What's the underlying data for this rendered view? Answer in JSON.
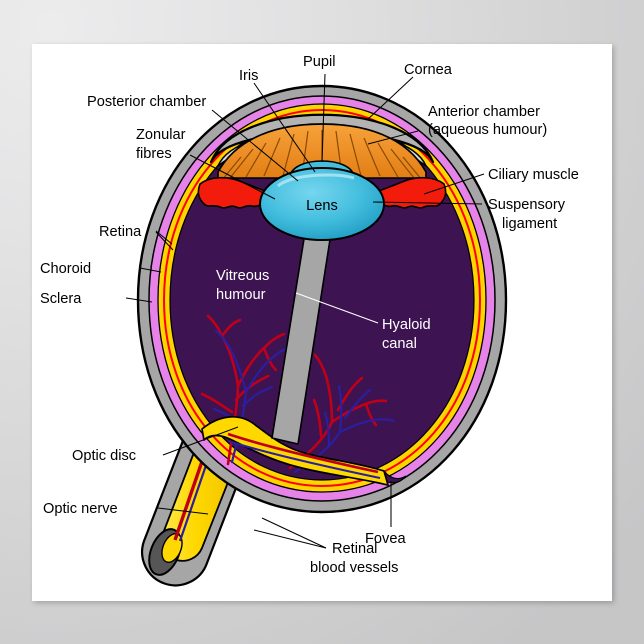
{
  "poster": {
    "title": "Anatomy of the Human Eye (cross-section diagram)",
    "background_color": "#d9d9da",
    "panel_color": "#ffffff"
  },
  "diagram": {
    "type": "anatomical-cross-section",
    "subject": "human eye",
    "colors": {
      "sclera": "#a6a6a6",
      "choroid": "#e583e8",
      "retina": "#ffd400",
      "retina_inner_line": "#ff0000",
      "vitreous_humour": "#3d1352",
      "lens": "#3fb9dc",
      "iris": "#f08b1e",
      "ciliary_muscle": "#f21b0c",
      "anterior_chamber": "#d9d9d9",
      "optic_nerve": "#ffdd00",
      "optic_nerve_cut": "#4d4d4d",
      "hyaloid_canal": "#a6a6a6",
      "artery": "#c00018",
      "vein": "#2a1f9e",
      "outline": "#000000",
      "label_text": "#000000",
      "label_text_inverse": "#ffffff"
    }
  },
  "labels": [
    {
      "id": "pupil",
      "text": "Pupil",
      "lines": [
        "Pupil"
      ],
      "color": "black"
    },
    {
      "id": "iris",
      "text": "Iris",
      "lines": [
        "Iris"
      ],
      "color": "black"
    },
    {
      "id": "cornea",
      "text": "Cornea",
      "lines": [
        "Cornea"
      ],
      "color": "black"
    },
    {
      "id": "posterior-chamber",
      "text": "Posterior chamber",
      "lines": [
        "Posterior chamber"
      ],
      "color": "black"
    },
    {
      "id": "anterior-chamber",
      "text": "Anterior chamber (aqueous humour)",
      "lines": [
        "Anterior chamber",
        "(aqueous humour)"
      ],
      "color": "black"
    },
    {
      "id": "zonular-fibres",
      "text": "Zonular fibres",
      "lines": [
        "Zonular",
        "fibres"
      ],
      "color": "black"
    },
    {
      "id": "ciliary-muscle",
      "text": "Ciliary muscle",
      "lines": [
        "Ciliary muscle"
      ],
      "color": "black"
    },
    {
      "id": "suspensory-ligament",
      "text": "Suspensory ligament",
      "lines": [
        "Suspensory",
        "ligament"
      ],
      "color": "black"
    },
    {
      "id": "lens",
      "text": "Lens",
      "lines": [
        "Lens"
      ],
      "color": "black"
    },
    {
      "id": "retina",
      "text": "Retina",
      "lines": [
        "Retina"
      ],
      "color": "black"
    },
    {
      "id": "choroid",
      "text": "Choroid",
      "lines": [
        "Choroid"
      ],
      "color": "black"
    },
    {
      "id": "sclera",
      "text": "Sclera",
      "lines": [
        "Sclera"
      ],
      "color": "black"
    },
    {
      "id": "vitreous-humour",
      "text": "Vitreous humour",
      "lines": [
        "Vitreous",
        "humour"
      ],
      "color": "white"
    },
    {
      "id": "hyaloid-canal",
      "text": "Hyaloid canal",
      "lines": [
        "Hyaloid",
        "canal"
      ],
      "color": "white"
    },
    {
      "id": "optic-disc",
      "text": "Optic disc",
      "lines": [
        "Optic disc"
      ],
      "color": "black"
    },
    {
      "id": "optic-nerve",
      "text": "Optic nerve",
      "lines": [
        "Optic nerve"
      ],
      "color": "black"
    },
    {
      "id": "fovea",
      "text": "Fovea",
      "lines": [
        "Fovea"
      ],
      "color": "black"
    },
    {
      "id": "retinal-blood-vessels",
      "text": "Retinal blood vessels",
      "lines": [
        "Retinal",
        "blood vessels"
      ],
      "color": "black"
    }
  ],
  "label_text": {
    "pupil": "Pupil",
    "iris": "Iris",
    "cornea": "Cornea",
    "posterior_chamber": "Posterior chamber",
    "anterior_chamber_l1": "Anterior chamber",
    "anterior_chamber_l2": "(aqueous humour)",
    "zonular_l1": "Zonular",
    "zonular_l2": "fibres",
    "ciliary_muscle": "Ciliary muscle",
    "suspensory_l1": "Suspensory",
    "suspensory_l2": "ligament",
    "lens": "Lens",
    "retina": "Retina",
    "choroid": "Choroid",
    "sclera": "Sclera",
    "vitreous_l1": "Vitreous",
    "vitreous_l2": "humour",
    "hyaloid_l1": "Hyaloid",
    "hyaloid_l2": "canal",
    "optic_disc": "Optic disc",
    "optic_nerve": "Optic nerve",
    "fovea": "Fovea",
    "retinal_l1": "Retinal",
    "retinal_l2": "blood vessels"
  }
}
